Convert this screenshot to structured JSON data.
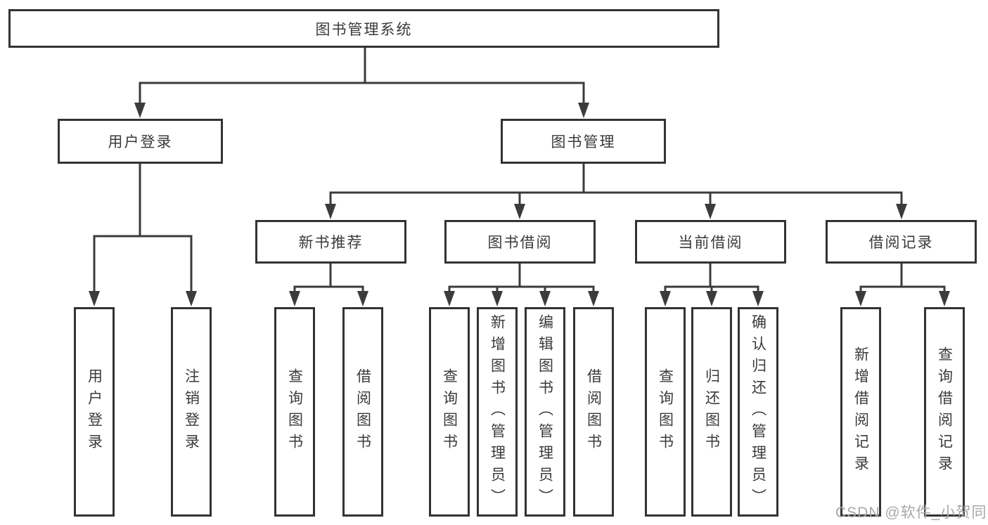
{
  "diagram": {
    "root": {
      "label": "图书管理系统"
    },
    "branches": [
      {
        "label": "用户登录",
        "children": [
          {
            "label": "用户登录"
          },
          {
            "label": "注销登录"
          }
        ]
      },
      {
        "label": "图书管理",
        "groups": [
          {
            "label": "新书推荐",
            "children": [
              {
                "label": "查询图书"
              },
              {
                "label": "借阅图书"
              }
            ]
          },
          {
            "label": "图书借阅",
            "children": [
              {
                "label": "查询图书"
              },
              {
                "label": "新增图书（管理员）"
              },
              {
                "label": "编辑图书（管理员）"
              },
              {
                "label": "借阅图书"
              }
            ]
          },
          {
            "label": "当前借阅",
            "children": [
              {
                "label": "查询图书"
              },
              {
                "label": "归还图书"
              },
              {
                "label": "确认归还（管理员）"
              }
            ]
          },
          {
            "label": "借阅记录",
            "children": [
              {
                "label": "新增借阅记录"
              },
              {
                "label": "查询借阅记录"
              }
            ]
          }
        ]
      }
    ]
  },
  "watermark": {
    "text": "CSDN @软件_小贺同学"
  },
  "colors": {
    "line": "#3b3b3b",
    "box_border": "#333333",
    "text": "#3a3a3a",
    "watermark": "#a8a8a8",
    "background": "#ffffff"
  }
}
